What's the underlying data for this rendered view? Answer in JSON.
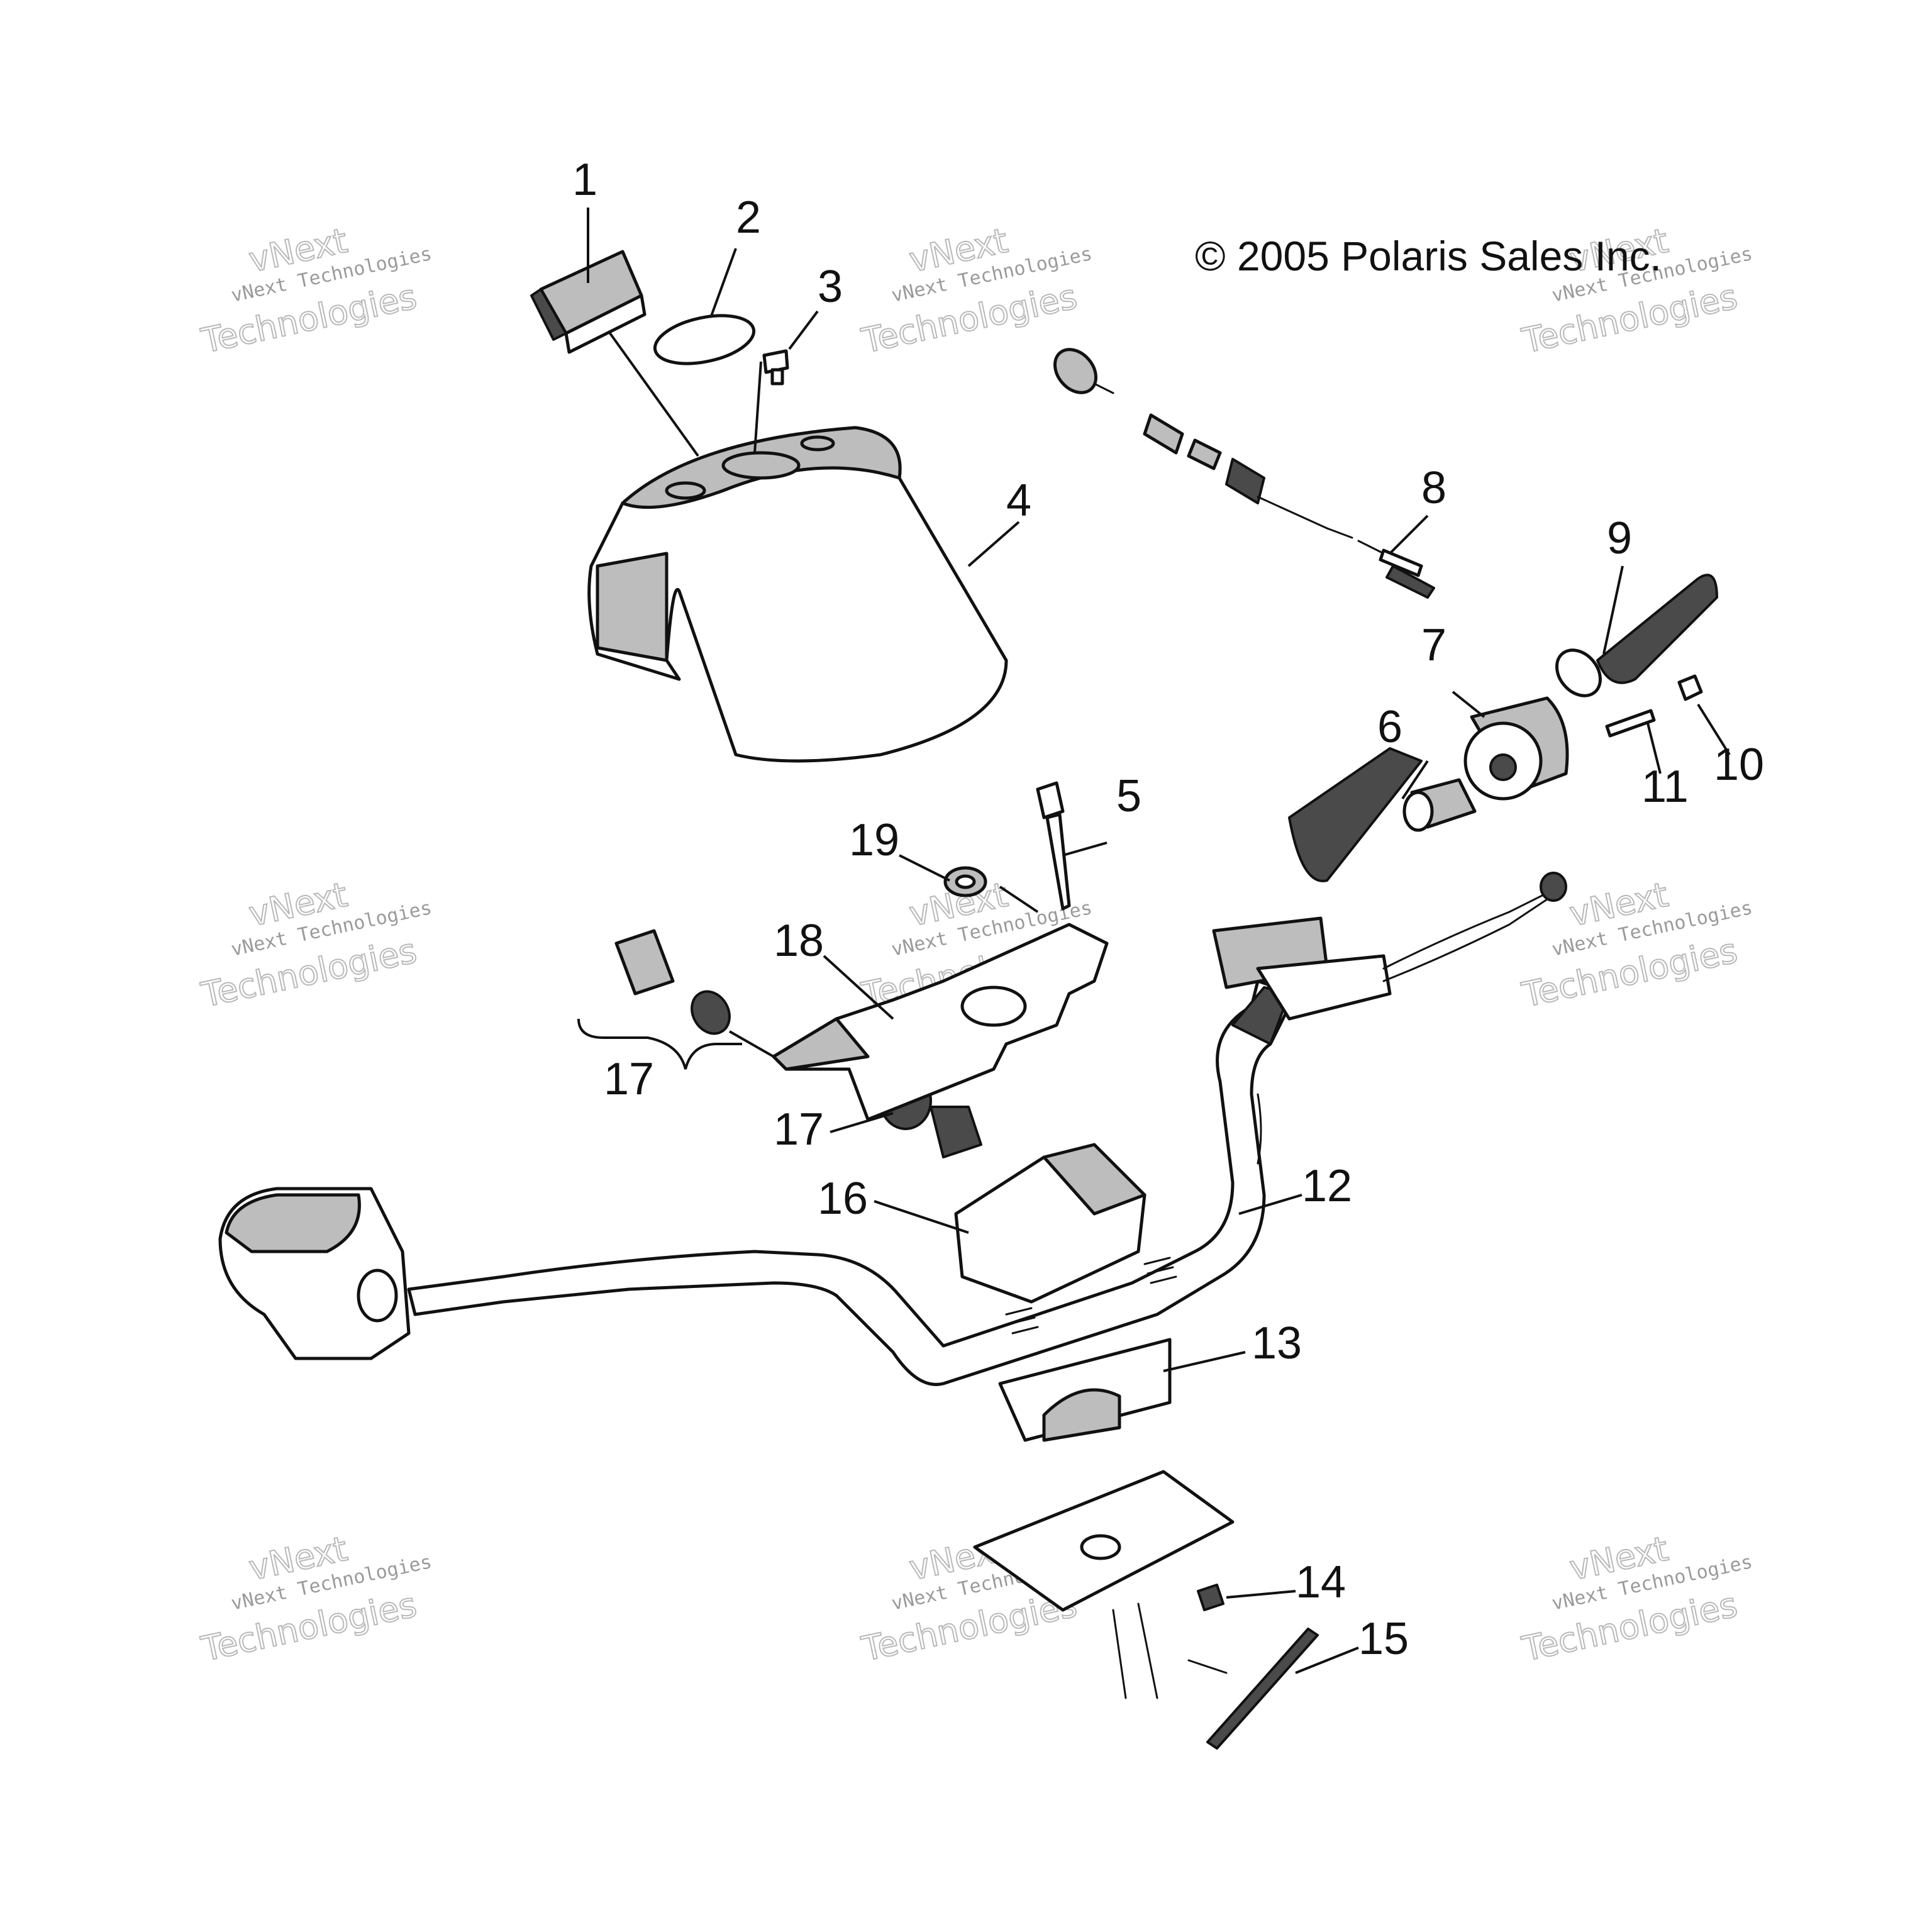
{
  "copyright": "© 2005 Polaris Sales Inc.",
  "watermark": {
    "line1": "vNext Technologies",
    "line2": "vNext",
    "line3": "Technologies"
  },
  "callouts": {
    "c1": "1",
    "c2": "2",
    "c3": "3",
    "c4": "4",
    "c5": "5",
    "c6": "6",
    "c7": "7",
    "c8": "8",
    "c9": "9",
    "c10": "10",
    "c11": "11",
    "c12": "12",
    "c13": "13",
    "c14": "14",
    "c15": "15",
    "c16": "16",
    "c17a": "17",
    "c17b": "17",
    "c18": "18",
    "c19": "19"
  }
}
